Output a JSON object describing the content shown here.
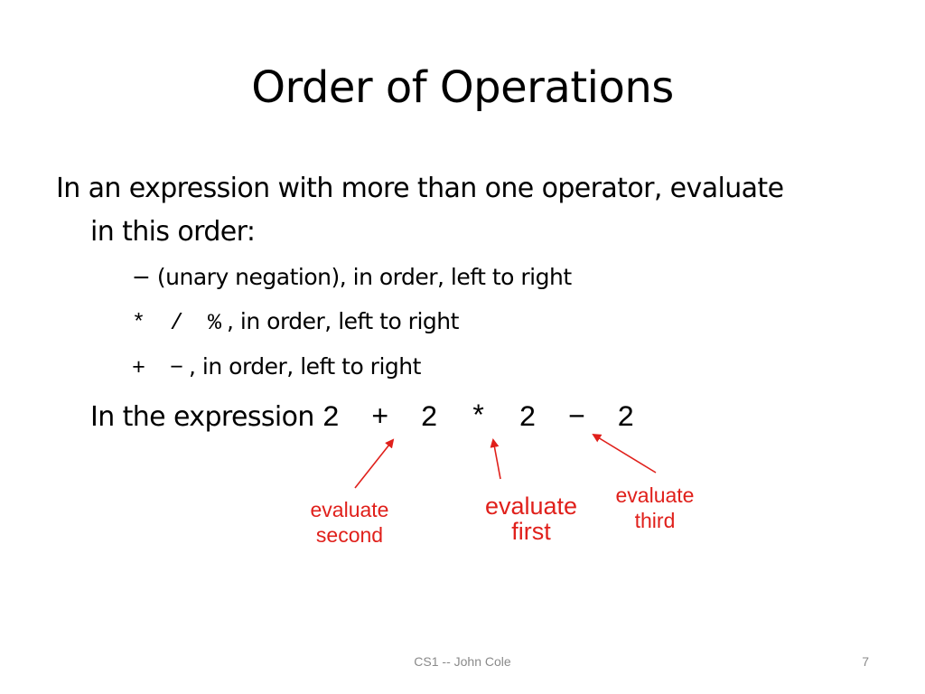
{
  "slide": {
    "title": "Order of Operations",
    "intro_line1": "In an expression with more than one operator, evaluate",
    "intro_line2": "in this order:",
    "rules": [
      {
        "operators": "−",
        "text": " (unary negation), in order, left to right"
      },
      {
        "operators": "* / %",
        "text": ", in order, left to right"
      },
      {
        "operators": "+ −",
        "text": ", in order, left to right"
      }
    ],
    "example_prefix": "In the expression ",
    "example_expression": "2 + 2 * 2 − 2",
    "annotations": {
      "second": "evaluate\nsecond",
      "first": "evaluate\nfirst",
      "third": "evaluate\nthird"
    },
    "footer": "CS1 -- John Cole",
    "page_number": "7"
  },
  "colors": {
    "annotation": "#e0201b",
    "footer": "#8a8a8a"
  }
}
